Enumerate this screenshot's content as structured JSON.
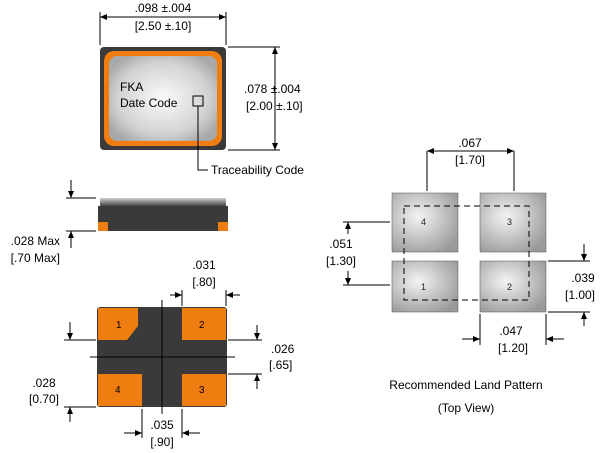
{
  "top_view": {
    "marking_line1": "FKA",
    "marking_line2": "Date Code",
    "width_in": ".098 ±.004",
    "width_mm": "[2.50 ±.10]",
    "height_in": ".078 ±.004",
    "height_mm": "[2.00 ±.10]",
    "traceability": "Traceability Code"
  },
  "side_view": {
    "height_in": ".028 Max",
    "height_mm": "[.70 Max]"
  },
  "bottom_view": {
    "pad_numbers": [
      "1",
      "2",
      "3",
      "4"
    ],
    "pad_width_in": ".031",
    "pad_width_mm": "[.80]",
    "pad_height_in": ".026",
    "pad_height_mm": "[.65]",
    "pitch_v_in": ".028",
    "pitch_v_mm": "[0.70]",
    "pitch_h_in": ".035",
    "pitch_h_mm": "[.90]"
  },
  "land_pattern": {
    "pad_numbers": [
      "4",
      "3",
      "1",
      "2"
    ],
    "gap_h_in": ".067",
    "gap_h_mm": "[1.70]",
    "gap_v_in": ".051",
    "gap_v_mm": "[1.30]",
    "pad_h_in": ".039",
    "pad_h_mm": "[1.00]",
    "pad_w_in": ".047",
    "pad_w_mm": "[1.20]",
    "caption1": "Recommended Land Pattern",
    "caption2": "(Top View)"
  },
  "colors": {
    "orange": "#f07d10",
    "body_dark": "#333333",
    "pad_gray": "#a6a6a6"
  }
}
